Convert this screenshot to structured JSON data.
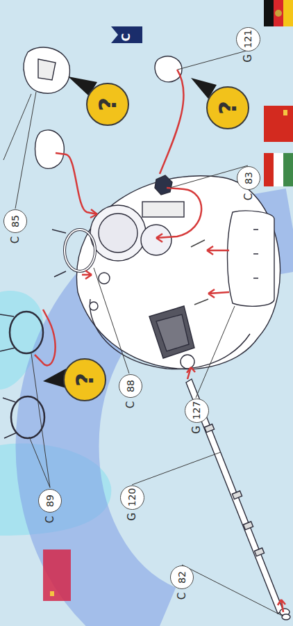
{
  "diagram": {
    "nodes": [
      {
        "text": [
          "G",
          "121"
        ]
      },
      {
        "text": [
          "?"
        ]
      },
      {
        "text": [
          "?"
        ]
      },
      {
        "text": [
          "C",
          "83"
        ]
      },
      {
        "text": [
          "C",
          "85"
        ]
      },
      {
        "text": [
          "?"
        ]
      },
      {
        "text": [
          "C",
          "88"
        ]
      },
      {
        "text": [
          "G",
          "127"
        ]
      },
      {
        "text": [
          "G",
          "120"
        ]
      },
      {
        "text": [
          "C",
          "89"
        ]
      },
      {
        "text": [
          "C",
          "82"
        ]
      }
    ],
    "labels": [
      "C"
    ]
  }
}
